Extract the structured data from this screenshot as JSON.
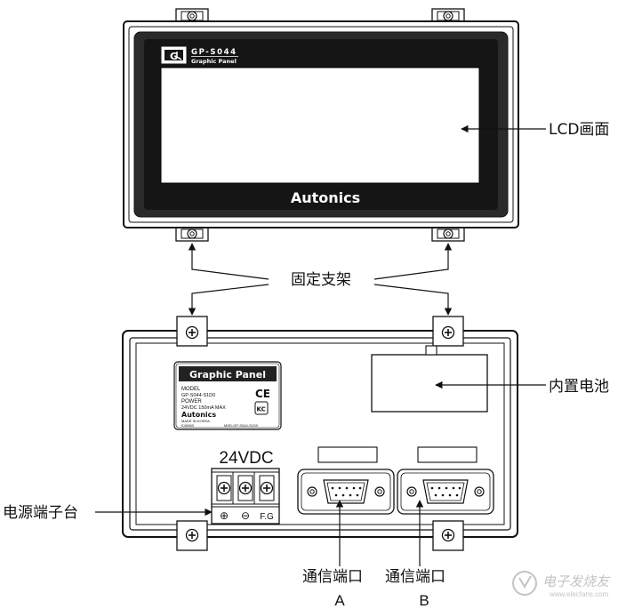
{
  "front_panel": {
    "badge_letter": "G",
    "model_name": "GP-S044",
    "product_type": "Graphic Panel",
    "brand": "Autonics"
  },
  "rear_label": {
    "header": "Graphic Panel",
    "lines": [
      "MODEL",
      "GP-S044-S1D0",
      "POWER",
      "24VDC 150mA MAX"
    ],
    "brand": "Autonics",
    "made_in": "MADE IN KOREA",
    "code": "E40083",
    "small_right": "MSD-GP-S044-S1D0",
    "ce_mark": "CE",
    "kc_mark": "KC"
  },
  "power": {
    "voltage_label": "24VDC",
    "terminals": [
      "⊕",
      "⊖",
      "F.G"
    ]
  },
  "callouts": {
    "lcd_screen": "LCD画面",
    "mounting_bracket": "固定支架",
    "battery": "内置电池",
    "power_terminal": "电源端子台",
    "port_a": "通信端口",
    "port_a_letter": "A",
    "port_b": "通信端口",
    "port_b_letter": "B"
  },
  "watermark": {
    "cn": "电子发烧友",
    "url": "www.elecfans.com"
  },
  "colors": {
    "line": "#111111",
    "bezel": "#2a2a2a",
    "screen": "#ffffff",
    "watermark": "#b0b0b0"
  }
}
